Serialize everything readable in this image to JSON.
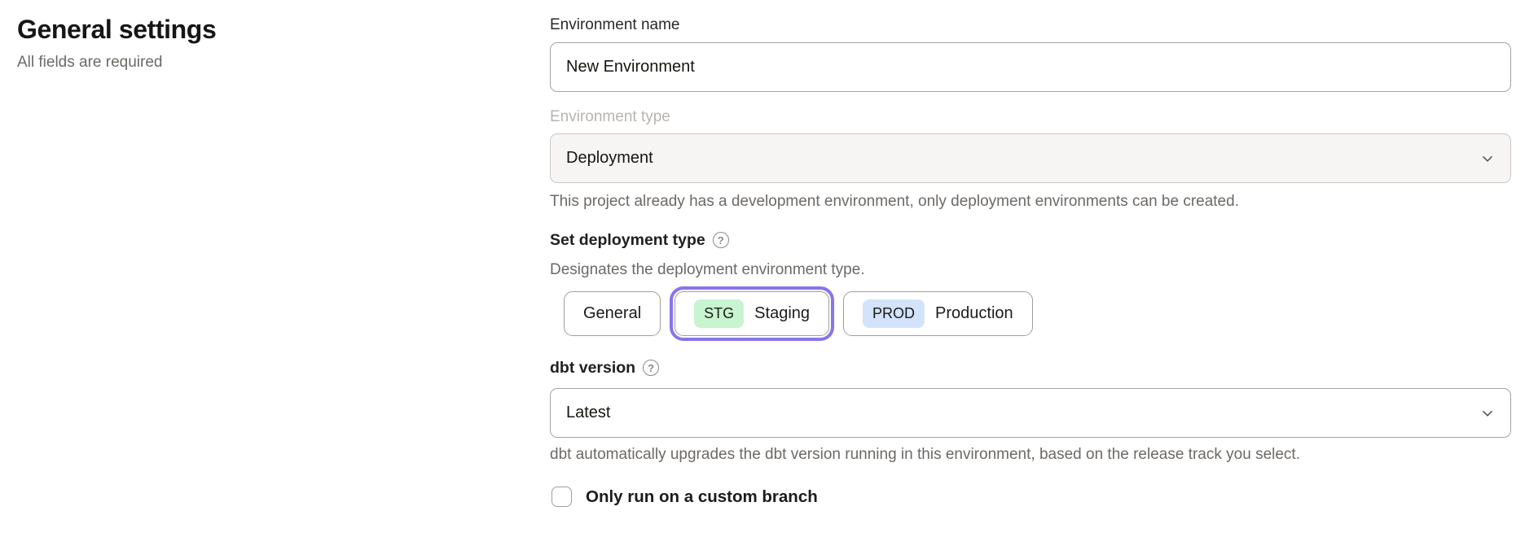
{
  "page": {
    "title": "General settings",
    "subtitle": "All fields are required"
  },
  "form": {
    "environment_name": {
      "label": "Environment name",
      "value": "New Environment"
    },
    "environment_type": {
      "label": "Environment type",
      "value": "Deployment",
      "disabled": true,
      "helper": "This project already has a development environment, only deployment environments can be created."
    },
    "deployment_type": {
      "label": "Set deployment type",
      "description": "Designates the deployment environment type.",
      "options": [
        {
          "label": "General",
          "badge": "",
          "selected": false
        },
        {
          "label": "Staging",
          "badge": "STG",
          "badge_color": "#c8f4d0",
          "selected": true
        },
        {
          "label": "Production",
          "badge": "PROD",
          "badge_color": "#d3e3fb",
          "selected": false
        }
      ]
    },
    "dbt_version": {
      "label": "dbt version",
      "value": "Latest",
      "helper": "dbt automatically upgrades the dbt version running in this environment, based on the release track you select."
    },
    "custom_branch": {
      "label": "Only run on a custom branch",
      "checked": false
    }
  },
  "icons": {
    "help": "?",
    "chevron_down": "v"
  },
  "colors": {
    "accent_ring": "#8874ec",
    "staging_badge": "#c8f4d0",
    "production_badge": "#d3e3fb",
    "disabled_bg": "#f6f5f4",
    "helper_text": "#6d6965"
  }
}
